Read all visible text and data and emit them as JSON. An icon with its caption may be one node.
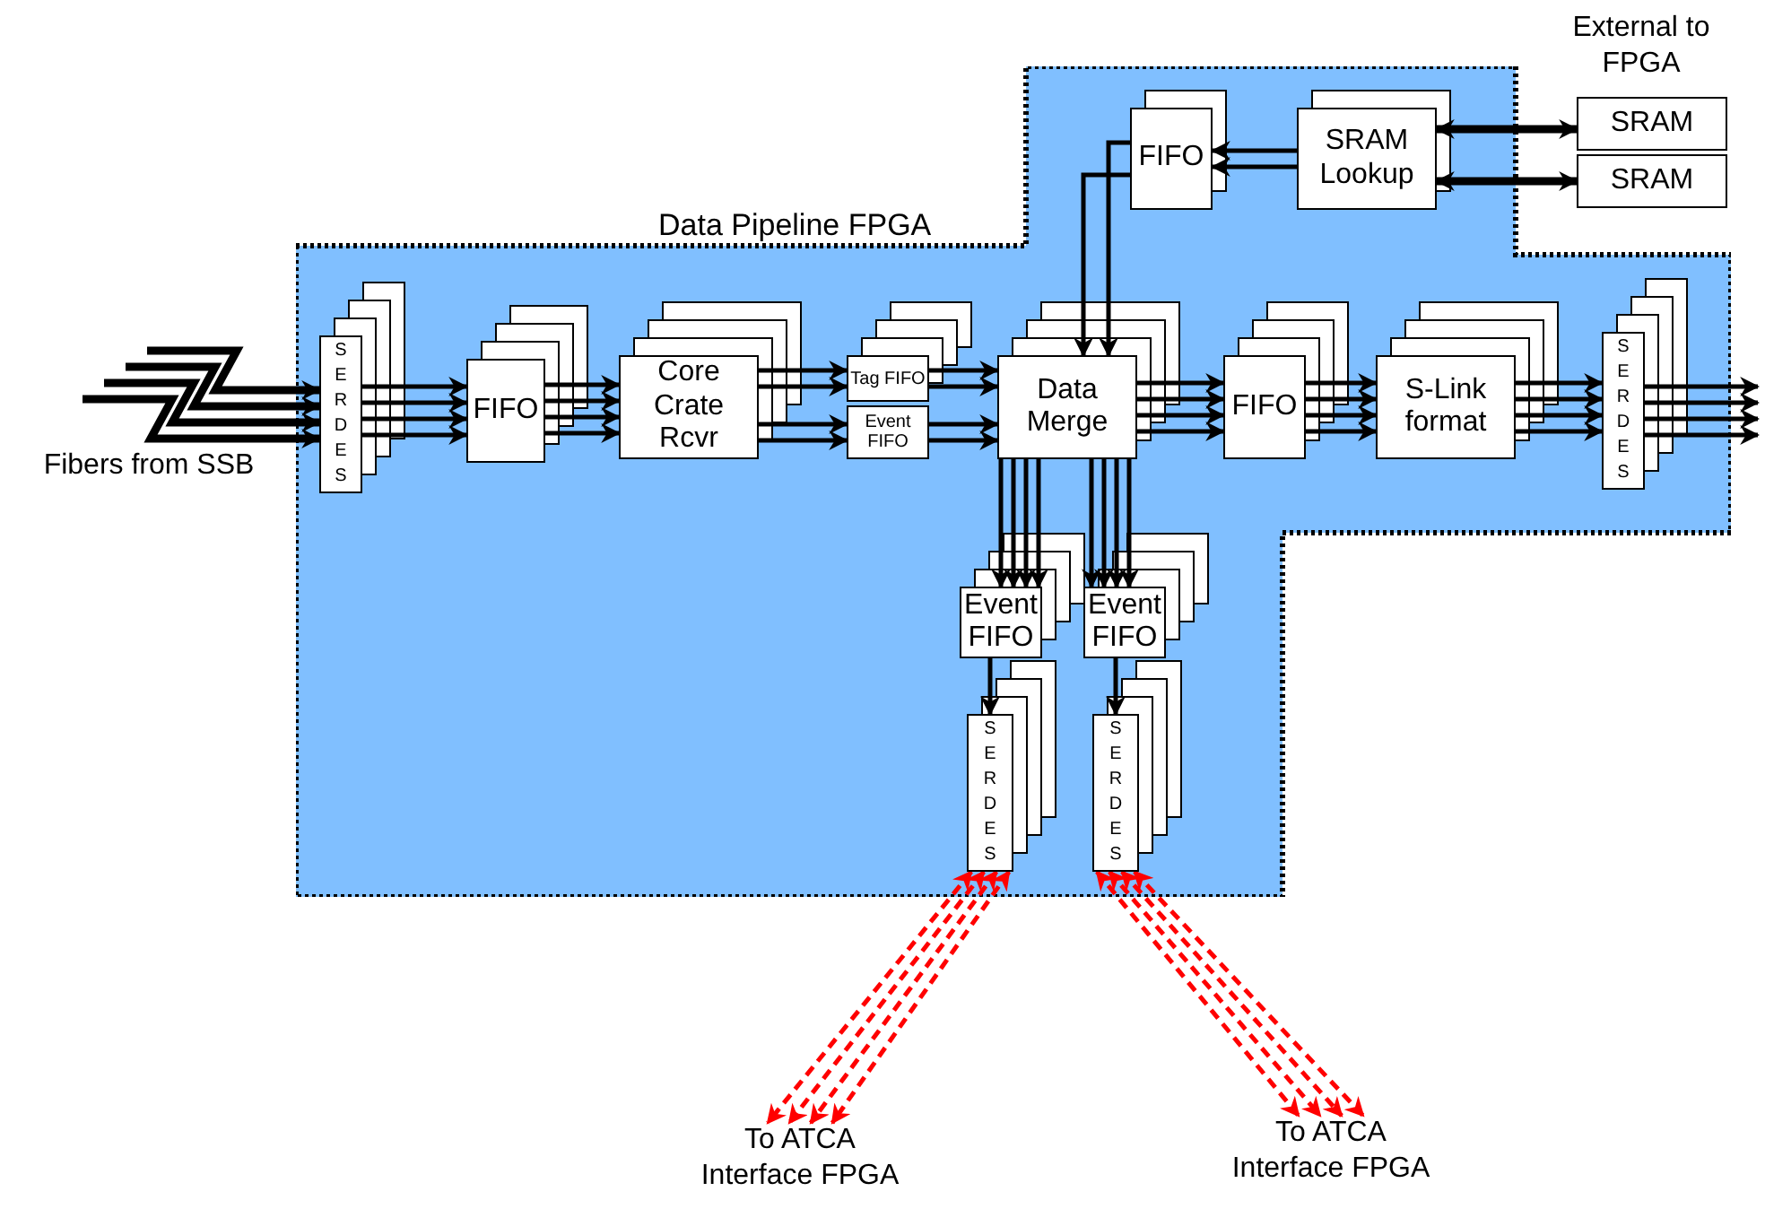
{
  "diagram": {
    "nodes": [
      {
        "text": [
          "Data Pipeline FPGA"
        ]
      },
      {
        "text": [
          "SERDES"
        ],
        "in": 0
      },
      {
        "text": [
          "FIFO"
        ],
        "in": 0
      },
      {
        "text": [
          "Core Crate Rcvr"
        ],
        "in": 0
      },
      {
        "text": [
          "Tag FIFO"
        ],
        "in": 0
      },
      {
        "text": [
          "Event FIFO"
        ],
        "in": 0
      },
      {
        "text": [
          "Data Merge"
        ],
        "in": 0
      },
      {
        "text": [
          "FIFO"
        ],
        "in": 0
      },
      {
        "text": [
          "S-Link format"
        ],
        "in": 0
      },
      {
        "text": [
          "SERDES"
        ],
        "in": 0
      },
      {
        "text": [
          "FIFO"
        ],
        "in": 0
      },
      {
        "text": [
          "SRAM Lookup"
        ],
        "in": 0
      },
      {
        "text": [
          "SRAM"
        ]
      },
      {
        "text": [
          "SRAM"
        ]
      },
      {
        "text": [
          "Event FIFO"
        ],
        "in": 0
      },
      {
        "text": [
          "Event FIFO"
        ],
        "in": 0
      },
      {
        "text": [
          "SERDES"
        ],
        "in": 0
      },
      {
        "text": [
          "SERDES"
        ],
        "in": 0
      },
      {
        "text": [
          "To ATCA Interface FPGA"
        ]
      },
      {
        "text": [
          "To ATCA Interface FPGA"
        ]
      }
    ],
    "edges": [
      {
        "from": null,
        "to": 1,
        "arrow": "to",
        "style": "thick"
      },
      {
        "from": null,
        "to": 1,
        "arrow": "to",
        "style": "thick"
      },
      {
        "from": null,
        "to": 1,
        "arrow": "to",
        "style": "thick"
      },
      {
        "from": null,
        "to": 1,
        "arrow": "to",
        "style": "thick"
      },
      {
        "from": 1,
        "to": 2,
        "arrow": "to"
      },
      {
        "from": 1,
        "to": 2,
        "arrow": "to"
      },
      {
        "from": 1,
        "to": 2,
        "arrow": "to"
      },
      {
        "from": 1,
        "to": 2,
        "arrow": "to"
      },
      {
        "from": 2,
        "to": 3,
        "arrow": "to"
      },
      {
        "from": 2,
        "to": 3,
        "arrow": "to"
      },
      {
        "from": 2,
        "to": 3,
        "arrow": "to"
      },
      {
        "from": 2,
        "to": 3,
        "arrow": "to"
      },
      {
        "from": 3,
        "to": 4,
        "arrow": "to"
      },
      {
        "from": 3,
        "to": 4,
        "arrow": "to"
      },
      {
        "from": 3,
        "to": 5,
        "arrow": "to"
      },
      {
        "from": 3,
        "to": 5,
        "arrow": "to"
      },
      {
        "from": 4,
        "to": 6,
        "arrow": "to"
      },
      {
        "from": 4,
        "to": 6,
        "arrow": "to"
      },
      {
        "from": 5,
        "to": 6,
        "arrow": "to"
      },
      {
        "from": 5,
        "to": 6,
        "arrow": "to"
      },
      {
        "from": 6,
        "to": 7,
        "arrow": "to"
      },
      {
        "from": 6,
        "to": 7,
        "arrow": "to"
      },
      {
        "from": 6,
        "to": 7,
        "arrow": "to"
      },
      {
        "from": 6,
        "to": 7,
        "arrow": "to"
      },
      {
        "from": 7,
        "to": 8,
        "arrow": "to"
      },
      {
        "from": 7,
        "to": 8,
        "arrow": "to"
      },
      {
        "from": 7,
        "to": 8,
        "arrow": "to"
      },
      {
        "from": 7,
        "to": 8,
        "arrow": "to"
      },
      {
        "from": 8,
        "to": 9,
        "arrow": "to"
      },
      {
        "from": 8,
        "to": 9,
        "arrow": "to"
      },
      {
        "from": 8,
        "to": 9,
        "arrow": "to"
      },
      {
        "from": 8,
        "to": 9,
        "arrow": "to"
      },
      {
        "from": 9,
        "to": null,
        "arrow": "to"
      },
      {
        "from": 9,
        "to": null,
        "arrow": "to"
      },
      {
        "from": 9,
        "to": null,
        "arrow": "to"
      },
      {
        "from": 9,
        "to": null,
        "arrow": "to"
      },
      {
        "from": 11,
        "to": 10,
        "arrow": "to"
      },
      {
        "from": 11,
        "to": 10,
        "arrow": "to"
      },
      {
        "from": 10,
        "to": 6,
        "arrow": "to"
      },
      {
        "from": 10,
        "to": 6,
        "arrow": "to"
      },
      {
        "from": 11,
        "to": 12,
        "arrow": "both",
        "style": "thick"
      },
      {
        "from": 11,
        "to": 13,
        "arrow": "both",
        "style": "thick"
      },
      {
        "from": 6,
        "to": 14,
        "arrow": "to"
      },
      {
        "from": 6,
        "to": 14,
        "arrow": "to"
      },
      {
        "from": 6,
        "to": 14,
        "arrow": "to"
      },
      {
        "from": 6,
        "to": 14,
        "arrow": "to"
      },
      {
        "from": 6,
        "to": 15,
        "arrow": "to"
      },
      {
        "from": 6,
        "to": 15,
        "arrow": "to"
      },
      {
        "from": 6,
        "to": 15,
        "arrow": "to"
      },
      {
        "from": 6,
        "to": 15,
        "arrow": "to"
      },
      {
        "from": 14,
        "to": 16,
        "arrow": "to"
      },
      {
        "from": 15,
        "to": 17,
        "arrow": "to"
      },
      {
        "from": 16,
        "to": 18,
        "arrow": "both",
        "style": "dashed",
        "color": "#ff0000"
      },
      {
        "from": 16,
        "to": 18,
        "arrow": "both",
        "style": "dashed",
        "color": "#ff0000"
      },
      {
        "from": 16,
        "to": 18,
        "arrow": "both",
        "style": "dashed",
        "color": "#ff0000"
      },
      {
        "from": 16,
        "to": 18,
        "arrow": "both",
        "style": "dashed",
        "color": "#ff0000"
      },
      {
        "from": 17,
        "to": 19,
        "arrow": "both",
        "style": "dashed",
        "color": "#ff0000"
      },
      {
        "from": 17,
        "to": 19,
        "arrow": "both",
        "style": "dashed",
        "color": "#ff0000"
      },
      {
        "from": 17,
        "to": 19,
        "arrow": "both",
        "style": "dashed",
        "color": "#ff0000"
      },
      {
        "from": 17,
        "to": 19,
        "arrow": "both",
        "style": "dashed",
        "color": "#ff0000"
      }
    ],
    "labels": [
      "External to FPGA",
      "Fibers from SSB"
    ]
  }
}
